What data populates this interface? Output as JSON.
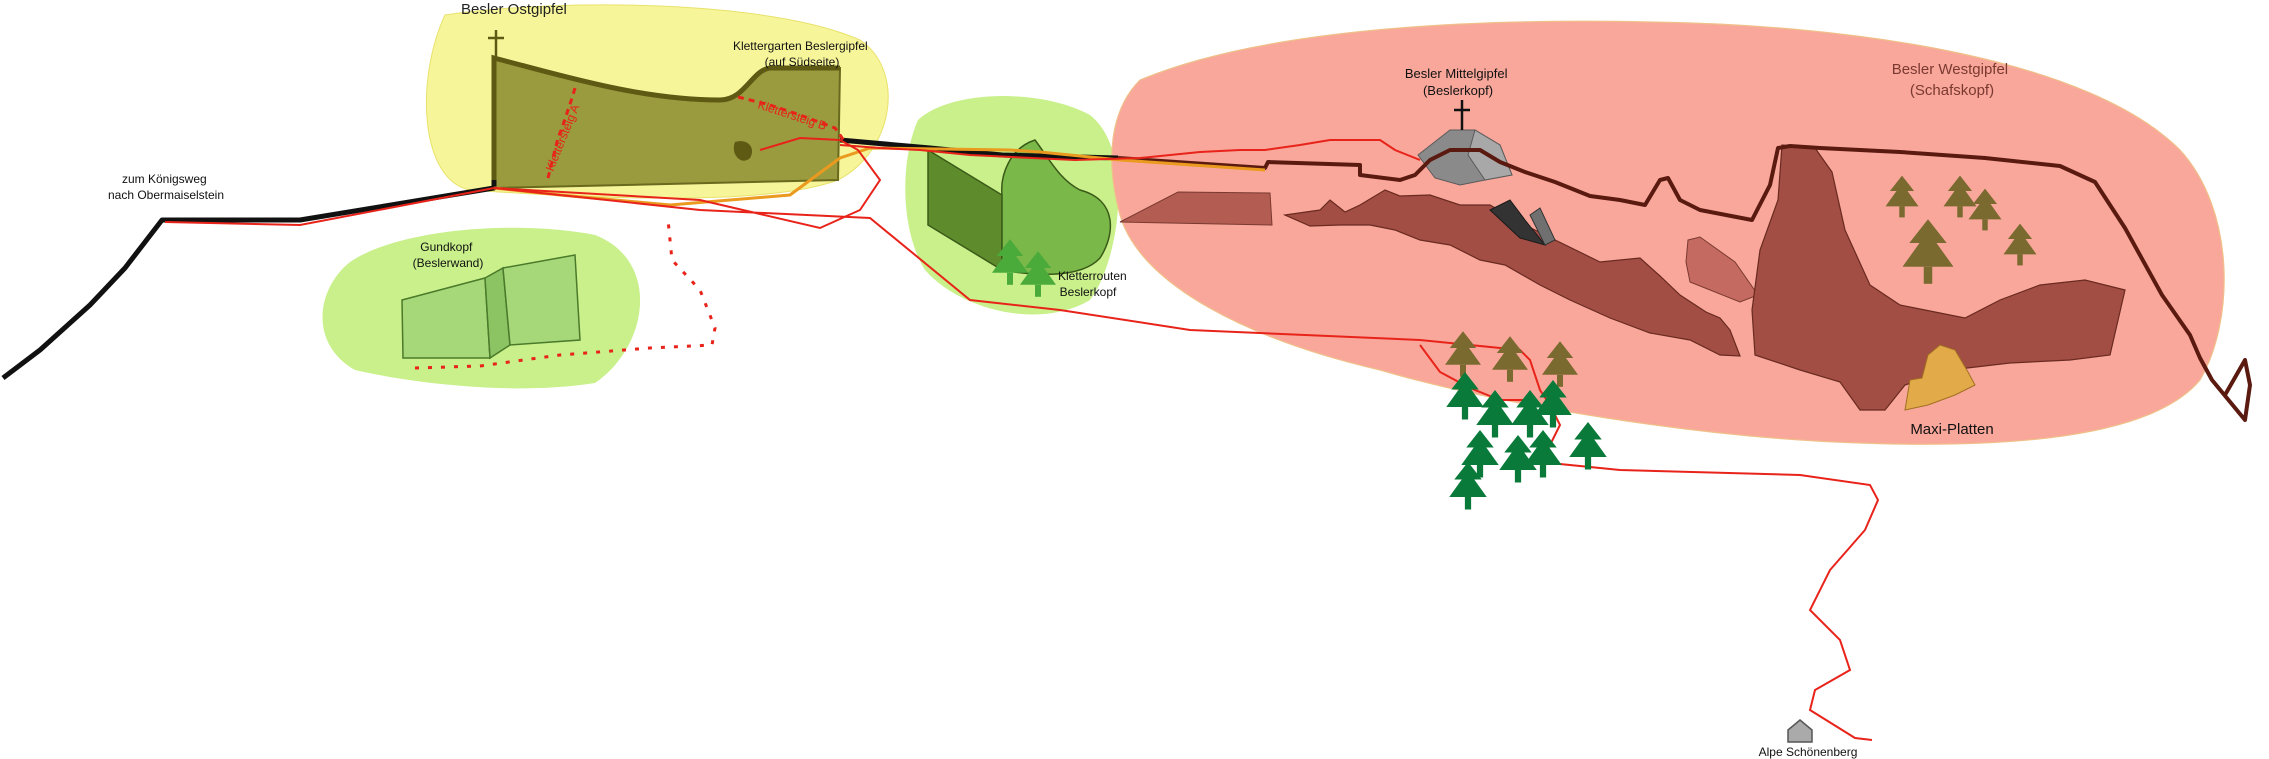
{
  "labels": {
    "ostgipfel": "Besler Ostgipfel",
    "klettergarten_line1": "Klettergarten Beslergipfel",
    "klettergarten_line2": "(auf Südseite)",
    "koenigsweg_line1": "zum Königsweg",
    "koenigsweg_line2": "nach Obermaiselstein",
    "gundkopf_line1": "Gundkopf",
    "gundkopf_line2": "(Beslerwand)",
    "klettersteig_a": "Klettersteig A",
    "klettersteig_b": "Klettersteig B",
    "kletterrouten_line1": "Kletterrouten",
    "kletterrouten_line2": "Beslerkopf",
    "mittelgipfel_line1": "Besler Mittelgipfel",
    "mittelgipfel_line2": "(Beslerkopf)",
    "westgipfel_line1": "Besler Westgipfel",
    "westgipfel_line2": "(Schafskopf)",
    "maxi_platten": "Maxi-Platten",
    "alpe": "Alpe Schönenberg"
  },
  "icons": {
    "summit_cross": "cross-icon",
    "hut": "house-icon",
    "tree": "fir-tree-icon"
  },
  "colors": {
    "ostgipfel_zone": "#f7f59a",
    "green_zone": "#c9f08a",
    "westgipfel_zone": "#f9a79b",
    "olive_rock": "#9a9a3e",
    "rock_brown": "#a24e45",
    "ridge_line": "#5a1a10",
    "route_red": "#e8231a",
    "route_orange": "#e99a1f",
    "tree_green": "#0a7a3a",
    "tree_brown": "#7a6a30",
    "maxi_platten": "#e3aa4a"
  }
}
